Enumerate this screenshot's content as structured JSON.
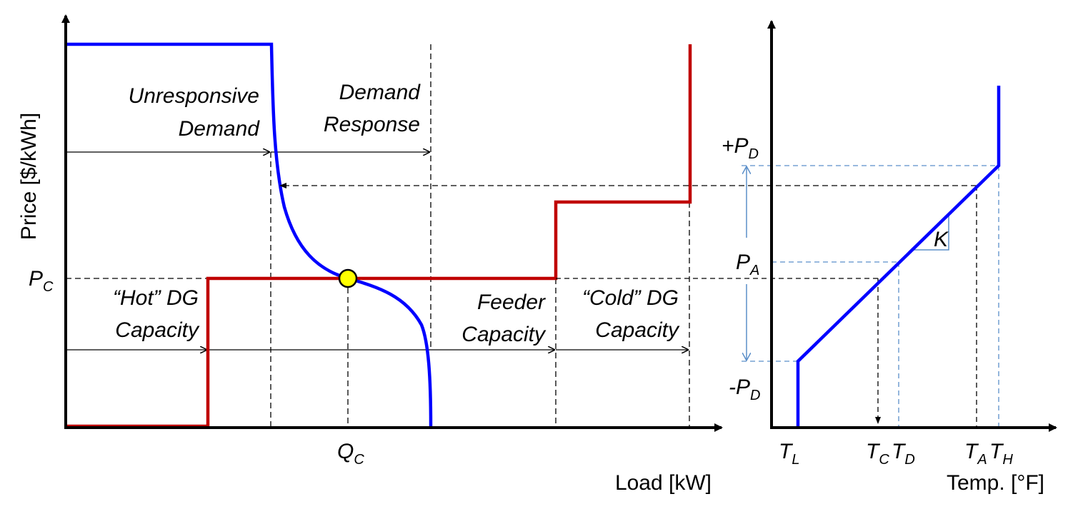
{
  "left_chart": {
    "y_axis_label": "Price [$/kWh]",
    "x_axis_label": "Load [kW]",
    "price_label": {
      "main": "P",
      "sub": "C"
    },
    "quantity_label": {
      "main": "Q",
      "sub": "C"
    },
    "annotations": {
      "unresponsive_1": "Unresponsive",
      "unresponsive_2": "Demand",
      "demand_response_1": "Demand",
      "demand_response_2": "Response",
      "hot_dg_1": "“Hot” DG",
      "hot_dg_2": "Capacity",
      "feeder_1": "Feeder",
      "feeder_2": "Capacity",
      "cold_dg_1": "“Cold” DG",
      "cold_dg_2": "Capacity"
    }
  },
  "right_chart": {
    "x_axis_label": "Temp. [°F]",
    "pd_plus": {
      "main": "+P",
      "sub": "D"
    },
    "pd_minus": {
      "main": "-P",
      "sub": "D"
    },
    "pa": {
      "main": "P",
      "sub": "A"
    },
    "slope_label": "K",
    "tl": {
      "main": "T",
      "sub": "L"
    },
    "tc": {
      "main": "T",
      "sub": "C"
    },
    "td": {
      "main": "T",
      "sub": "D"
    },
    "ta": {
      "main": "T",
      "sub": "A"
    },
    "th": {
      "main": "T",
      "sub": "H"
    }
  },
  "colors": {
    "demand_curve": "#0000ff",
    "supply_curve": "#c00000",
    "clearing_point": "#ffff00",
    "guide_blue": "#5b8fc9"
  }
}
